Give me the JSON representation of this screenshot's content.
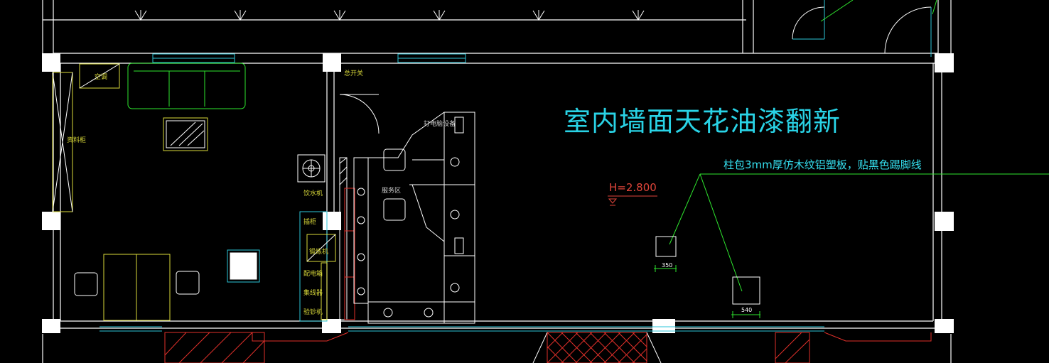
{
  "drawing": {
    "title_note": "室内墙面天花油漆翻新",
    "column_note": "柱包3mm厚仿木纹铝塑板，贴黑色踢脚线",
    "height_mark": "H=2.800",
    "room_labels": {
      "room_a": "空调",
      "room_b": "总开关",
      "cabinet_left": "资料柜",
      "printer": "打电脑设备",
      "service_area": "服务区",
      "water": "饮水机",
      "label_a": "插柜",
      "label_b": "锻炼机",
      "label_c": "配电箱",
      "label_d": "集线器",
      "label_e": "验钞机"
    },
    "dimensions": {
      "col_small": "350",
      "col_large": "540"
    }
  }
}
